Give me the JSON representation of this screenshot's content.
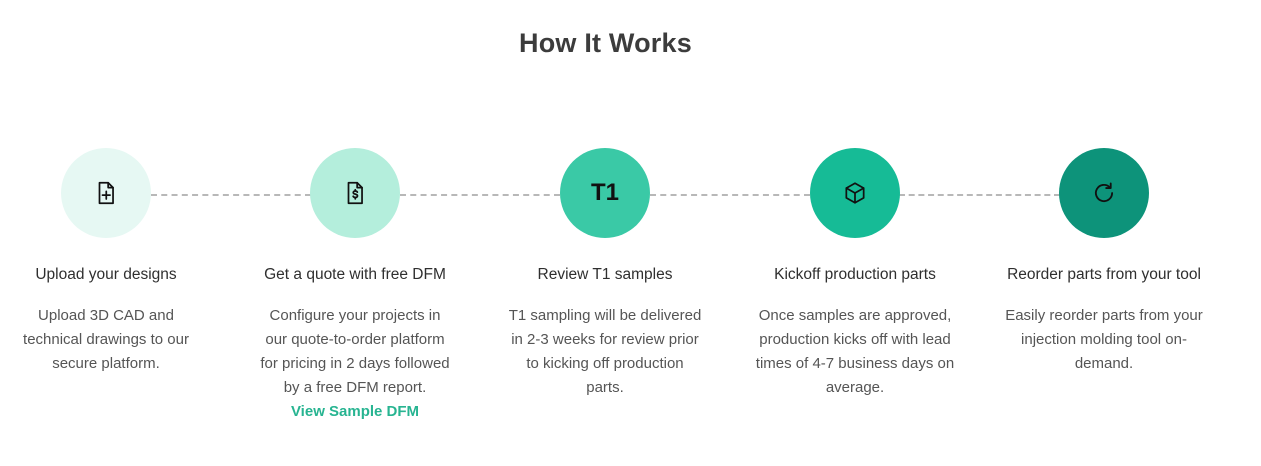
{
  "heading": "How It Works",
  "colors": {
    "step1_circle": "#e6f8f3",
    "step2_circle": "#b4eedc",
    "step3_circle": "#3ac9a6",
    "step4_circle": "#16bb96",
    "step5_circle": "#0d937a",
    "link": "#27b491",
    "connector": "#b8b8b8"
  },
  "steps": [
    {
      "icon": "document-plus-icon",
      "title": "Upload your designs",
      "lines": [
        "Upload 3D CAD and",
        "technical drawings to our",
        "secure platform."
      ]
    },
    {
      "icon": "document-dollar-icon",
      "title": "Get a quote with free DFM",
      "lines": [
        "Configure your projects in",
        "our quote-to-order platform",
        "for pricing in 2 days followed",
        "by a free DFM report."
      ],
      "link": "View Sample DFM"
    },
    {
      "icon_text": "T1",
      "title": "Review T1 samples",
      "lines": [
        "T1 sampling will be delivered",
        "in 2-3 weeks for review prior",
        "to kicking off production",
        "parts."
      ]
    },
    {
      "icon": "cube-icon",
      "title": "Kickoff production parts",
      "lines": [
        "Once samples are approved,",
        "production kicks off with lead",
        "times of 4-7 business days on",
        "average."
      ]
    },
    {
      "icon": "refresh-icon",
      "title": "Reorder parts from your tool",
      "lines": [
        "Easily reorder parts from your",
        "injection molding tool on-",
        "demand."
      ]
    }
  ]
}
